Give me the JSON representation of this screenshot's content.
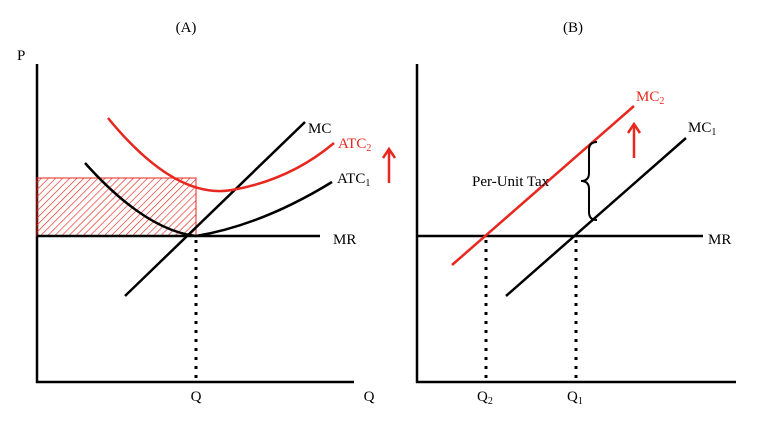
{
  "colors": {
    "black": "#000000",
    "red": "#e8271e"
  },
  "panel_a": {
    "title": "(A)",
    "y_axis_label": "P",
    "x_axis_label": "Q",
    "q_tick": "Q",
    "mc_label": "MC",
    "atc2_label": "ATC",
    "atc2_sub": "2",
    "atc1_label": "ATC",
    "atc1_sub": "1",
    "mr_label": "MR",
    "arrow": "up-arrow-icon"
  },
  "panel_b": {
    "title": "(B)",
    "mc2_label": "MC",
    "mc2_sub": "2",
    "mc1_label": "MC",
    "mc1_sub": "1",
    "mr_label": "MR",
    "tax_label": "Per-Unit Tax",
    "q2_label": "Q",
    "q2_sub": "2",
    "q1_label": "Q",
    "q1_sub": "1",
    "arrow": "up-arrow-icon"
  }
}
